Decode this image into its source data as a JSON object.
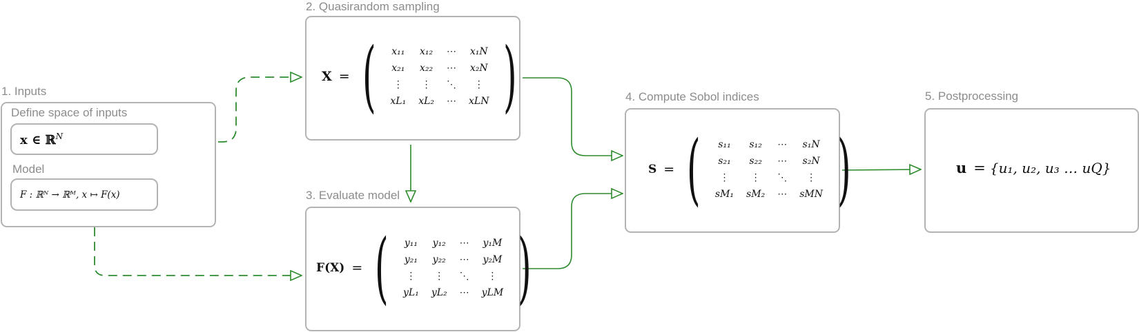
{
  "stages": {
    "inputs": {
      "title": "1. Inputs",
      "space_label": "Define space of inputs",
      "space_expr": "x ∈ ℝ",
      "space_sup": "N",
      "model_label": "Model",
      "model_expr": "F : ℝᴺ → ℝᴹ,   x ↦ F(x)"
    },
    "sampling": {
      "title": "2. Quasirandom sampling",
      "matrix_name": "X",
      "matrix": [
        [
          "x₁₁",
          "x₁₂",
          "⋯",
          "x₁N"
        ],
        [
          "x₂₁",
          "x₂₂",
          "⋯",
          "x₂N"
        ],
        [
          "⋮",
          "⋮",
          "⋱",
          "⋮"
        ],
        [
          "xL₁",
          "xL₂",
          "⋯",
          "xLN"
        ]
      ]
    },
    "evaluate": {
      "title": "3. Evaluate model",
      "matrix_name": "F(X)",
      "matrix": [
        [
          "y₁₁",
          "y₁₂",
          "⋯",
          "y₁M"
        ],
        [
          "y₂₁",
          "y₂₂",
          "⋯",
          "y₂M"
        ],
        [
          "⋮",
          "⋮",
          "⋱",
          "⋮"
        ],
        [
          "yL₁",
          "yL₂",
          "⋯",
          "yLM"
        ]
      ]
    },
    "sobol": {
      "title": "4. Compute Sobol indices",
      "matrix_name": "S",
      "matrix": [
        [
          "s₁₁",
          "s₁₂",
          "⋯",
          "s₁N"
        ],
        [
          "s₂₁",
          "s₂₂",
          "⋯",
          "s₂N"
        ],
        [
          "⋮",
          "⋮",
          "⋱",
          "⋮"
        ],
        [
          "sM₁",
          "sM₂",
          "⋯",
          "sMN"
        ]
      ]
    },
    "post": {
      "title": "5.  Postprocessing",
      "expr_name": "u",
      "expr_rhs": "{u₁, u₂, u₃ … uQ}"
    }
  },
  "colors": {
    "arrow": "#2e8b2e",
    "border": "#b3b3b3",
    "label": "#8c8c8c"
  }
}
